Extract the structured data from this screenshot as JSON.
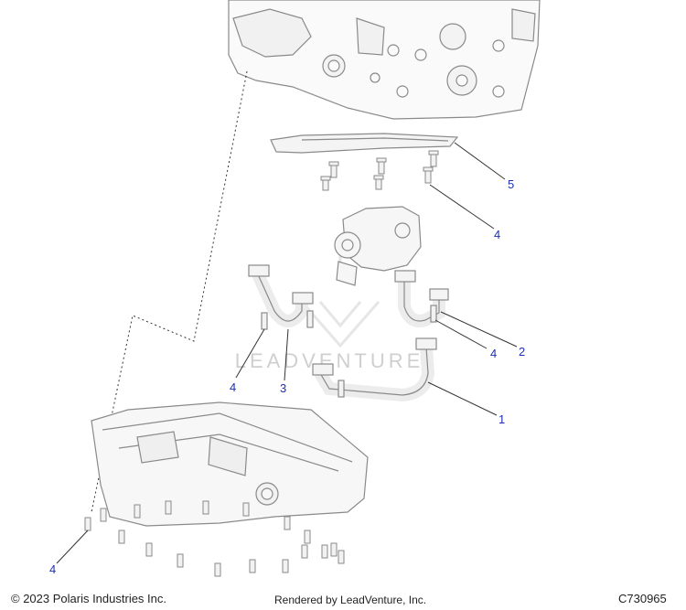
{
  "callouts": {
    "label_5": "5",
    "label_4_pump": "4",
    "label_2": "2",
    "label_4_right": "4",
    "label_4_left": "4",
    "label_3": "3",
    "label_1": "1",
    "label_4_pan": "4"
  },
  "watermark": {
    "text": "LEADVENTURE"
  },
  "footer": {
    "copyright": "© 2023 Polaris Industries Inc.",
    "rendered_by": "Rendered by LeadVenture, Inc.",
    "code": "C730965"
  },
  "colors": {
    "callout": "#1f2fb0",
    "line": "#333333",
    "part_stroke": "#8a8a8a"
  }
}
